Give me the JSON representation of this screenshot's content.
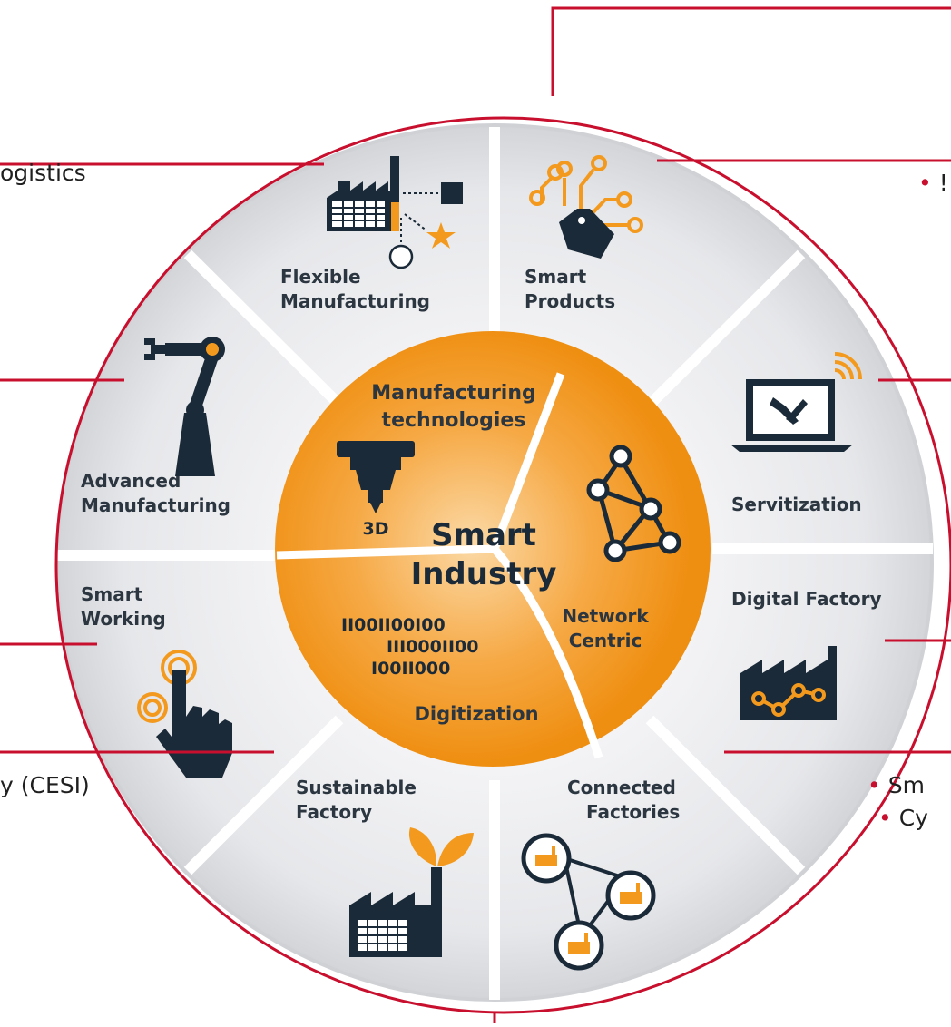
{
  "colors": {
    "orange": "#f39a1e",
    "orange_dark": "#e8870c",
    "navy": "#1b2a38",
    "red": "#c8102e",
    "ring_light": "#e4e5e8",
    "ring_mid": "#c9cbd0",
    "text_dark": "#2b3640"
  },
  "center": {
    "title_line1": "Smart",
    "title_line2": "Industry",
    "seg_manufacturing_line1": "Manufacturing",
    "seg_manufacturing_line2": "technologies",
    "label_3d": "3D",
    "seg_network_line1": "Network",
    "seg_network_line2": "Centric",
    "seg_digitization": "Digitization",
    "binary_line1": "II00II00I00",
    "binary_line2": "III000II00",
    "binary_line3": "I00II000"
  },
  "ring": {
    "flexible_line1": "Flexible",
    "flexible_line2": "Manufacturing",
    "smart_products_line1": "Smart",
    "smart_products_line2": "Products",
    "servitization": "Servitization",
    "digital_factory": "Digital Factory",
    "connected_line1": "Connected",
    "connected_line2": "Factories",
    "sustainable_line1": "Sustainable",
    "sustainable_line2": "Factory",
    "smart_working_line1": "Smart",
    "smart_working_line2": "Working",
    "advanced_line1": "Advanced",
    "advanced_line2": "Manufacturing"
  },
  "side_text": {
    "left_logistics": "ogistics",
    "left_cesi": "y (CESI)",
    "right_bullet_top": "•",
    "right_top_fragment": "!",
    "right_sm": "Sm",
    "right_cy": "Cy",
    "bullet": "•"
  }
}
